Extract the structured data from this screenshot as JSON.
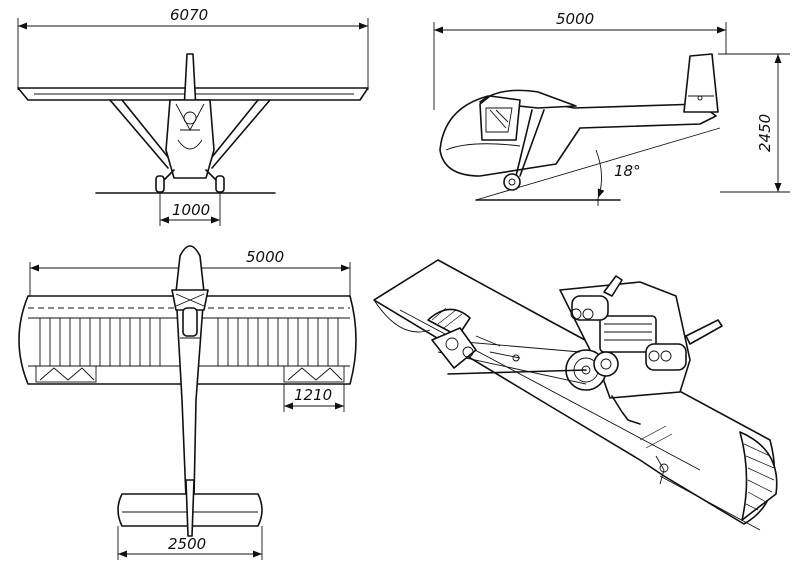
{
  "drawing": {
    "front_view": {
      "span": "6070",
      "track": "1000"
    },
    "side_view": {
      "length": "5000",
      "height": "2450",
      "angle": "18°"
    },
    "top_view": {
      "span": "5000",
      "aileron": "1210",
      "stabilizer": "2500"
    }
  }
}
